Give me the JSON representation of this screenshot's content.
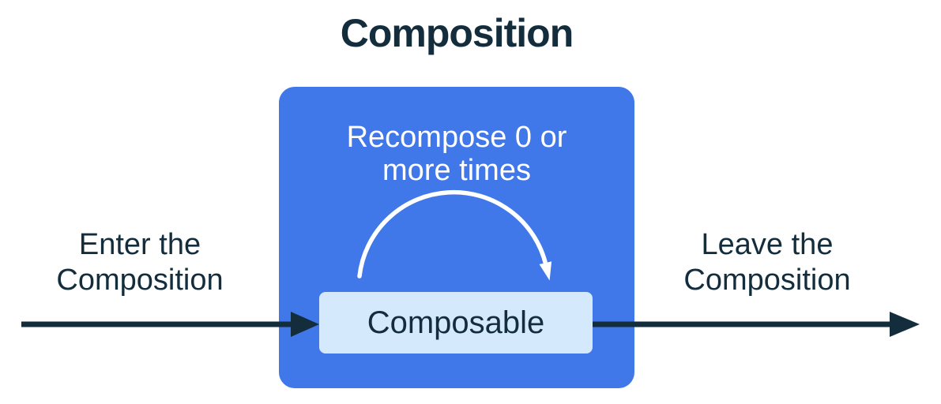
{
  "title": "Composition",
  "composition_box": {
    "recompose_label": "Recompose 0 or\nmore times"
  },
  "composable_box": {
    "label": "Composable"
  },
  "flow": {
    "enter_label": "Enter the\nComposition",
    "leave_label": "Leave the\nComposition"
  },
  "icons": {
    "enter_arrow": "arrow-right",
    "leave_arrow": "arrow-right",
    "recompose_loop_arrow": "clockwise-arc-arrow"
  },
  "colors": {
    "box_blue": "#4078ea",
    "composable_light_blue": "#d4eafc",
    "dark_navy": "#142d3d",
    "loop_arrow_white": "#ffffff",
    "background": "#ffffff"
  }
}
